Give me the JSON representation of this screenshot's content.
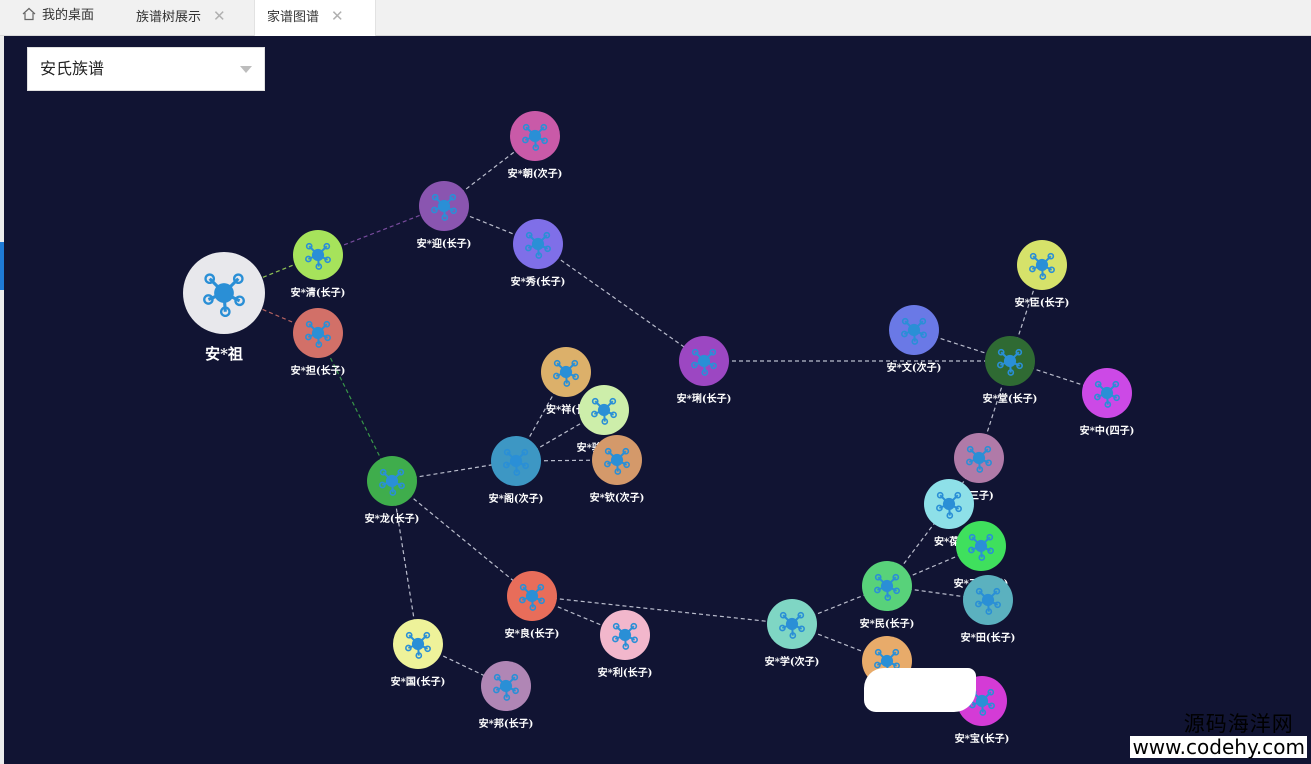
{
  "tabs": [
    {
      "label": "我的桌面",
      "closable": false,
      "active": false,
      "icon": "home-icon"
    },
    {
      "label": "族谱树展示",
      "closable": true,
      "active": false
    },
    {
      "label": "家谱图谱",
      "closable": true,
      "active": true
    }
  ],
  "close_glyph": "✕",
  "select": {
    "value": "安氏族谱"
  },
  "graph": {
    "root": {
      "id": "root",
      "label": "安*祖"
    },
    "nodes": [
      {
        "id": "qing",
        "label": "安*清(长子)",
        "color": "#a6e35b"
      },
      {
        "id": "dan",
        "label": "安*担(长子)",
        "color": "#d27068"
      },
      {
        "id": "ying",
        "label": "安*迎(长子)",
        "color": "#8a55b0"
      },
      {
        "id": "chao",
        "label": "安*朝(次子)",
        "color": "#c95aa8"
      },
      {
        "id": "xiu",
        "label": "安*秀(长子)",
        "color": "#7f6fe8"
      },
      {
        "id": "lang",
        "label": "安*琍(长子)",
        "color": "#9c47c2"
      },
      {
        "id": "wen",
        "label": "安*文(次子)",
        "color": "#6a79e6"
      },
      {
        "id": "tang",
        "label": "安*堂(长子)",
        "color": "#2f6a33"
      },
      {
        "id": "chen",
        "label": "安*臣(长子)",
        "color": "#d6e26a"
      },
      {
        "id": "zhong",
        "label": "安*中(四子)",
        "color": "#cc49e6"
      },
      {
        "id": "n3a",
        "label": "(三子)",
        "color": "#b07aa8"
      },
      {
        "id": "long",
        "label": "安*龙(长子)",
        "color": "#3fad4c"
      },
      {
        "id": "xiang",
        "label": "安*祥(长",
        "color": "#dcb06a"
      },
      {
        "id": "jun",
        "label": "安*骏(长子)",
        "color": "#cdeeaa"
      },
      {
        "id": "ge",
        "label": "安*阁(次子)",
        "color": "#3d97c4"
      },
      {
        "id": "qin",
        "label": "安*钦(次子)",
        "color": "#d4996a"
      },
      {
        "id": "bao",
        "label": "安*葆(",
        "color": "#8ee0e8"
      },
      {
        "id": "n3b",
        "label": "安*三(三子)",
        "color": "#3fe05d"
      },
      {
        "id": "min",
        "label": "安*民(长子)",
        "color": "#58d27a"
      },
      {
        "id": "tian",
        "label": "安*田(长子)",
        "color": "#5bb1bf"
      },
      {
        "id": "liang",
        "label": "安*良(长子)",
        "color": "#e86d5a"
      },
      {
        "id": "li",
        "label": "安*利(长子)",
        "color": "#f2b7cc"
      },
      {
        "id": "xue",
        "label": "安*学(次子)",
        "color": "#7fd6c4"
      },
      {
        "id": "orange",
        "label": "",
        "color": "#e8ab6a"
      },
      {
        "id": "zbao",
        "label": "安*宝(长子)",
        "color": "#d43bd6"
      },
      {
        "id": "guo",
        "label": "安*国(长子)",
        "color": "#eef29a"
      },
      {
        "id": "bang",
        "label": "安*邦(长子)",
        "color": "#b086b5"
      }
    ],
    "edges": [
      [
        "root",
        "qing"
      ],
      [
        "root",
        "dan"
      ],
      [
        "qing",
        "ying"
      ],
      [
        "ying",
        "chao"
      ],
      [
        "ying",
        "xiu"
      ],
      [
        "xiu",
        "lang"
      ],
      [
        "lang",
        "tang"
      ],
      [
        "wen",
        "tang"
      ],
      [
        "tang",
        "chen"
      ],
      [
        "tang",
        "zhong"
      ],
      [
        "tang",
        "n3a"
      ],
      [
        "dan",
        "long"
      ],
      [
        "long",
        "ge"
      ],
      [
        "ge",
        "xiang"
      ],
      [
        "ge",
        "jun"
      ],
      [
        "ge",
        "qin"
      ],
      [
        "long",
        "liang"
      ],
      [
        "long",
        "guo"
      ],
      [
        "guo",
        "bang"
      ],
      [
        "liang",
        "li"
      ],
      [
        "liang",
        "xue"
      ],
      [
        "xue",
        "min"
      ],
      [
        "xue",
        "orange"
      ],
      [
        "min",
        "bao"
      ],
      [
        "min",
        "n3b"
      ],
      [
        "min",
        "tian"
      ],
      [
        "n3a",
        "bao"
      ],
      [
        "orange",
        "zbao"
      ]
    ]
  },
  "watermark": {
    "cn": "源码海洋网",
    "url": "www.codehy.com"
  }
}
